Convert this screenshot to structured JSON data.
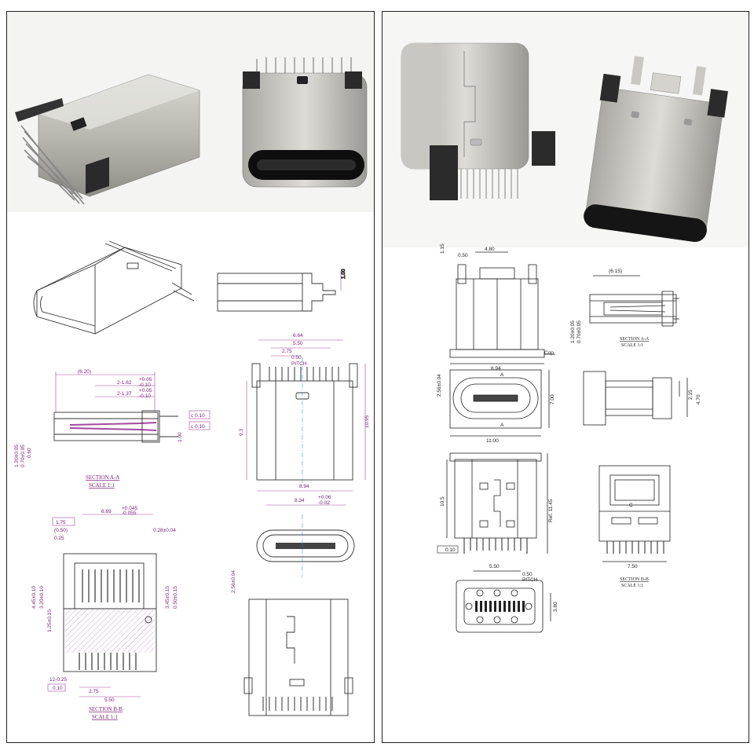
{
  "left_panel": {
    "dims": {
      "d620": "(6.20)",
      "d162": "2-1.62",
      "d162tol_up": "+0.05",
      "d162tol_dn": "-0.10",
      "d137": "2-1.37",
      "d137tol_up": "+0.05",
      "d137tol_dn": "-0.10",
      "c010a": "c 0.10",
      "c010b": "c 0.10",
      "d100": "1.00",
      "d664": "6.64",
      "d550": "5.50",
      "d275": "2.75",
      "d050": "0.50",
      "pitch": "PITCH",
      "d93": "9.3",
      "d1095": "10.95",
      "d894": "8.94",
      "d834": "8.34",
      "d834tol_up": "+0.06",
      "d834tol_dn": "-0.02",
      "d256": "2.56±0.04",
      "d669": "6.69",
      "d669tol_up": "+0.045",
      "d669tol_dn": "-0.055",
      "d028": "0.28±0.04",
      "d175": "1.75",
      "d050b": "(0.50)",
      "d025": "0.25",
      "d445": "4.45±0.10",
      "d320": "3.20±0.10",
      "d125": "1.25±0.10",
      "d345": "3.45±0.15",
      "d050c": "0.50±0.15",
      "d12x025": "12-0.25",
      "d010": "0.10",
      "d275b": "2.75",
      "d550b": "5.50",
      "d100b": "1.00",
      "d120": "1.20±0.05",
      "d070": "0.70±0.05",
      "d060": "0.60"
    },
    "section_aa": "SECTION A-A",
    "scale_aa": "SCALE 1:1",
    "section_bb": "SECTION B-B",
    "scale_bb": "SCALE 1:1"
  },
  "right_panel": {
    "dims": {
      "d115": "1.15",
      "d050": "0.50",
      "d480": "4.80",
      "d894": "8.94",
      "cop": "Cop",
      "d615": "(6.15)",
      "d120": "1.20±0.05",
      "d070": "0.70±0.05",
      "d256": "2.56±0.04",
      "d700": "7.00",
      "d1100": "11.00",
      "a_top": "A",
      "a_bot": "A",
      "d215": "2.15",
      "d470": "4.70",
      "d105": "10.5",
      "ref1145": "Ref. 11.45",
      "flat010": "0.10",
      "d750": "7.50",
      "c_label": "C",
      "d550": "5.50",
      "d050b": "0.50",
      "pitch": "PITCH",
      "d380": "3.80"
    },
    "section_aa": "SECTION A-A",
    "scale_aa": "SCALE 1:1",
    "section_bb": "SECTION B-B",
    "scale_bb": "SCALE 1:1"
  }
}
